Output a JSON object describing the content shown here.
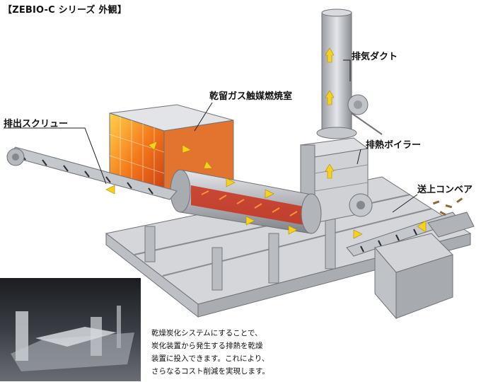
{
  "title": "【ZEBIO-C シリーズ 外観】",
  "labels": {
    "exhaust_duct": "排気ダクト",
    "combustion_chamber": "乾留ガス触媒燃焼室",
    "discharge_screw": "排出スクリュー",
    "exhaust_boiler": "排熱ボイラー",
    "feed_conveyor": "送上コンベア"
  },
  "caption": {
    "line1": "乾燥炭化システムにすることで、",
    "line2": "炭化装置から発生する排熱を乾燥",
    "line3": "装置に投入できます。これにより、",
    "line4": "さらなるコスト削減を実現します。"
  },
  "colors": {
    "steel": "#c9cbd0",
    "steel_dark": "#8d9096",
    "fire": "#f26a1b",
    "arrow": "#f5d21e",
    "photo_bg": "#2c2f33"
  }
}
